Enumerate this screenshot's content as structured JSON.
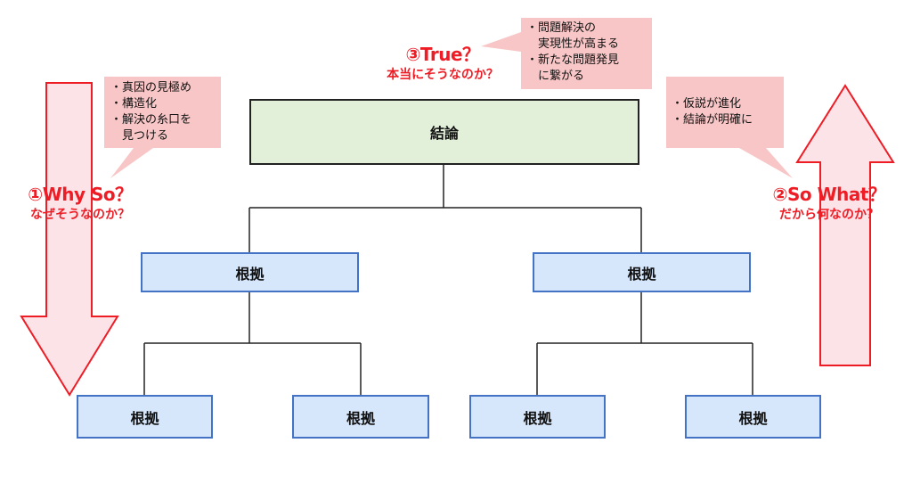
{
  "colors": {
    "accent_red": "#ee1c25",
    "arrow_fill": "#fbe3e8",
    "callout_fill": "#f8c6c6",
    "conclusion_fill": "#e2efd9",
    "evidence_fill": "#d6e6fb",
    "evidence_border": "#4472c4",
    "line": "#222222"
  },
  "conclusion": {
    "label": "結論"
  },
  "evidence": {
    "level1_left": "根拠",
    "level1_right": "根拠",
    "level2_1": "根拠",
    "level2_2": "根拠",
    "level2_3": "根拠",
    "level2_4": "根拠"
  },
  "why_so": {
    "title": "①Why So？",
    "subtitle": "なぜそうなのか？",
    "callout": [
      "・真因の見極め",
      "・構造化",
      "・解決の糸口を",
      "　見つける"
    ]
  },
  "so_what": {
    "title": "②So What？",
    "subtitle": "だから何なのか？",
    "callout": [
      "・仮説が進化",
      "・結論が明確に"
    ]
  },
  "true": {
    "title": "③True？",
    "subtitle": "本当にそうなのか？",
    "callout": [
      "・問題解決の",
      "　実現性が高まる",
      "・新たな問題発見",
      "　に繋がる"
    ]
  }
}
